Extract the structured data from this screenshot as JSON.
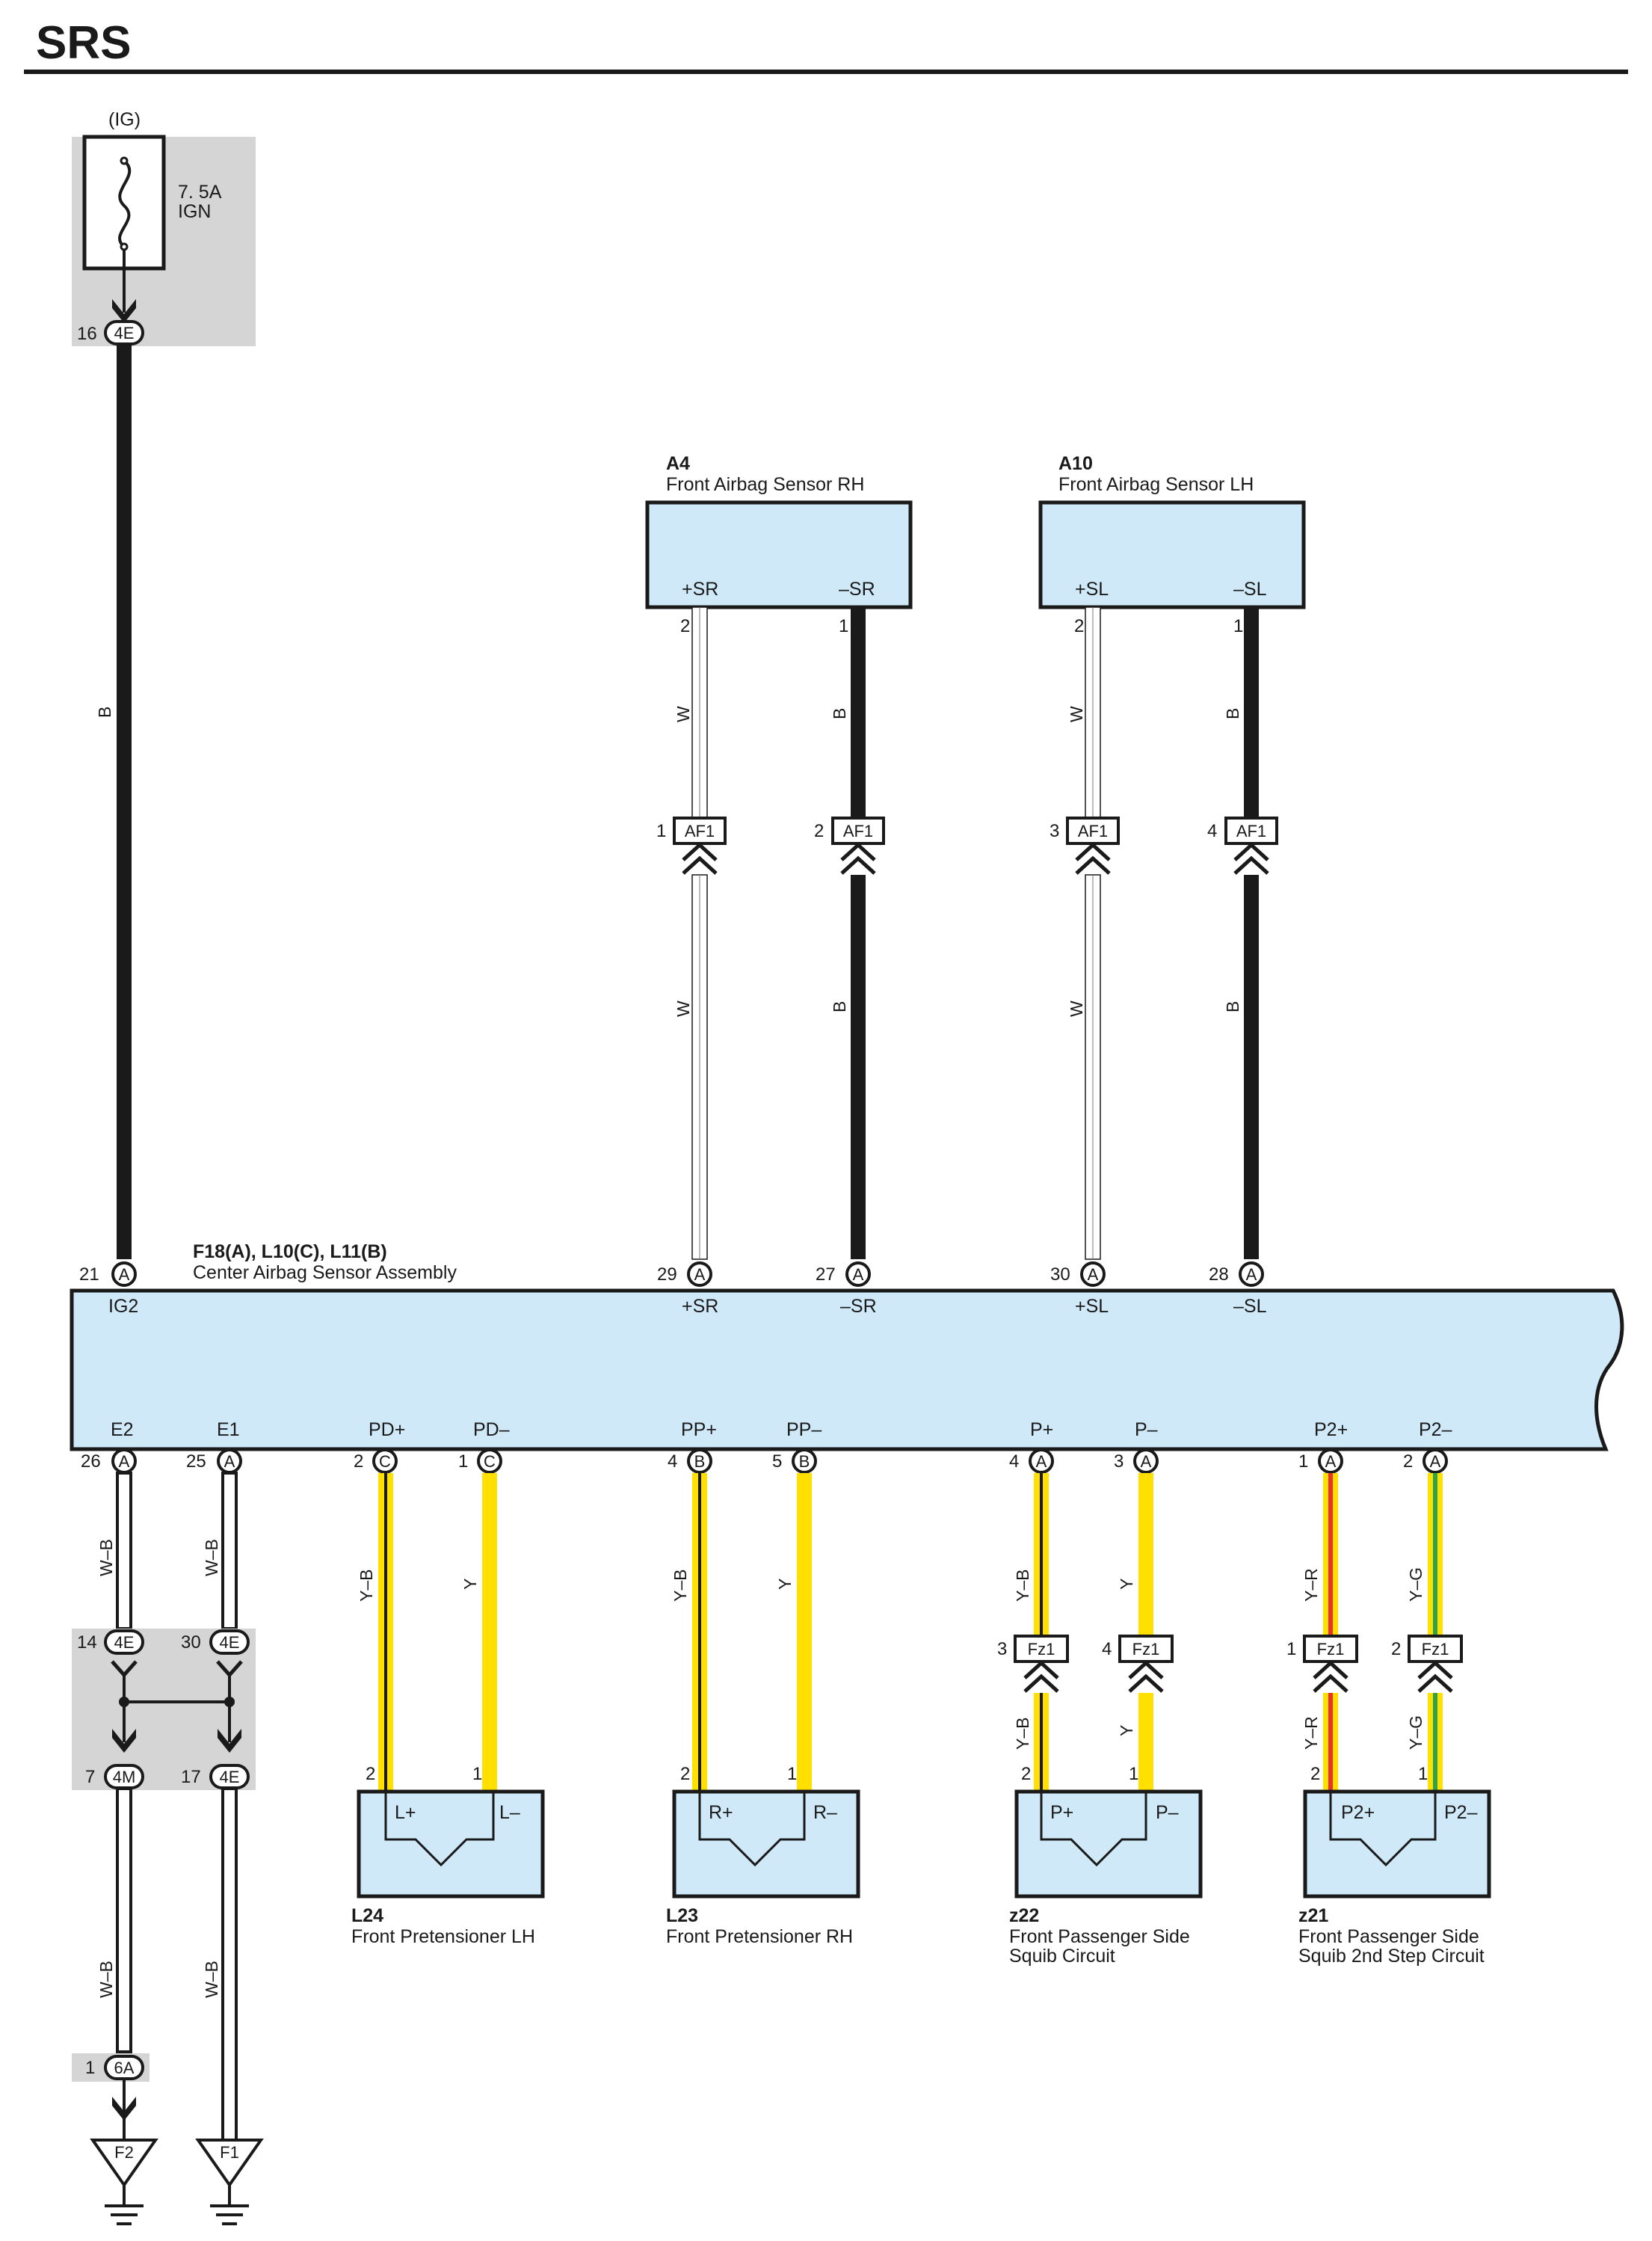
{
  "title": "SRS",
  "fuse": {
    "supply": "(IG)",
    "rating": "7. 5A",
    "name": "IGN",
    "pin": "16",
    "connector": "4E",
    "wire_color": "B"
  },
  "center_unit": {
    "id": "F18(A), L10(C), L11(B)",
    "name": "Center Airbag Sensor Assembly",
    "top_pins": [
      {
        "num": "21",
        "conn": "A",
        "term": "IG2"
      },
      {
        "num": "29",
        "conn": "A",
        "term": "+SR"
      },
      {
        "num": "27",
        "conn": "A",
        "term": "–SR"
      },
      {
        "num": "30",
        "conn": "A",
        "term": "+SL"
      },
      {
        "num": "28",
        "conn": "A",
        "term": "–SL"
      }
    ],
    "bottom_pins": [
      {
        "num": "26",
        "conn": "A",
        "term": "E2"
      },
      {
        "num": "25",
        "conn": "A",
        "term": "E1"
      },
      {
        "num": "2",
        "conn": "C",
        "term": "PD+"
      },
      {
        "num": "1",
        "conn": "C",
        "term": "PD–"
      },
      {
        "num": "4",
        "conn": "B",
        "term": "PP+"
      },
      {
        "num": "5",
        "conn": "B",
        "term": "PP–"
      },
      {
        "num": "4",
        "conn": "A",
        "term": "P+"
      },
      {
        "num": "3",
        "conn": "A",
        "term": "P–"
      },
      {
        "num": "1",
        "conn": "A",
        "term": "P2+"
      },
      {
        "num": "2",
        "conn": "A",
        "term": "P2–"
      }
    ]
  },
  "sensors": [
    {
      "id": "A4",
      "name": "Front Airbag Sensor RH",
      "terms": [
        "+SR",
        "–SR"
      ],
      "pins": [
        "2",
        "1"
      ]
    },
    {
      "id": "A10",
      "name": "Front Airbag Sensor LH",
      "terms": [
        "+SL",
        "–SL"
      ],
      "pins": [
        "2",
        "1"
      ]
    }
  ],
  "af1": {
    "label": "AF1",
    "pins": [
      "1",
      "2",
      "3",
      "4"
    ],
    "wires_upper": [
      "W",
      "B",
      "W",
      "B"
    ],
    "wires_lower": [
      "W",
      "B",
      "W",
      "B"
    ]
  },
  "fz1": {
    "label": "Fz1",
    "pins": [
      "3",
      "4",
      "1",
      "2"
    ],
    "wires_upper": [
      "Y–B",
      "Y",
      "Y–R",
      "Y–G"
    ],
    "wires_lower": [
      "Y–B",
      "Y",
      "Y–R",
      "Y–G"
    ]
  },
  "pretensioners": [
    {
      "id": "L24",
      "name": "Front Pretensioner LH",
      "terms": [
        "L+",
        "L–"
      ],
      "pins": [
        "2",
        "1"
      ],
      "wires": [
        "Y–B",
        "Y"
      ]
    },
    {
      "id": "L23",
      "name": "Front Pretensioner RH",
      "terms": [
        "R+",
        "R–"
      ],
      "pins": [
        "2",
        "1"
      ],
      "wires": [
        "Y–B",
        "Y"
      ]
    }
  ],
  "squibs": [
    {
      "id": "z22",
      "name_line1": "Front Passenger Side",
      "name_line2": "Squib Circuit",
      "terms": [
        "P+",
        "P–"
      ],
      "pins": [
        "2",
        "1"
      ]
    },
    {
      "id": "z21",
      "name_line1": "Front Passenger Side",
      "name_line2": "Squib 2nd Step Circuit",
      "terms": [
        "P2+",
        "P2–"
      ],
      "pins": [
        "2",
        "1"
      ]
    }
  ],
  "ground": {
    "wire_color": "W–B",
    "junction_top": [
      {
        "num": "14",
        "conn": "4E"
      },
      {
        "num": "30",
        "conn": "4E"
      }
    ],
    "junction_bottom": [
      {
        "num": "7",
        "conn": "4M"
      },
      {
        "num": "17",
        "conn": "4E"
      }
    ],
    "extra_pin": {
      "num": "1",
      "conn": "6A"
    },
    "points": [
      "F2",
      "F1"
    ]
  },
  "colors": {
    "black": "#1a1a1a",
    "yellow": "#ffe000",
    "red": "#e8322c",
    "green": "#2ea44f",
    "box": "#cfe9f8",
    "shade": "#d5d5d6"
  }
}
